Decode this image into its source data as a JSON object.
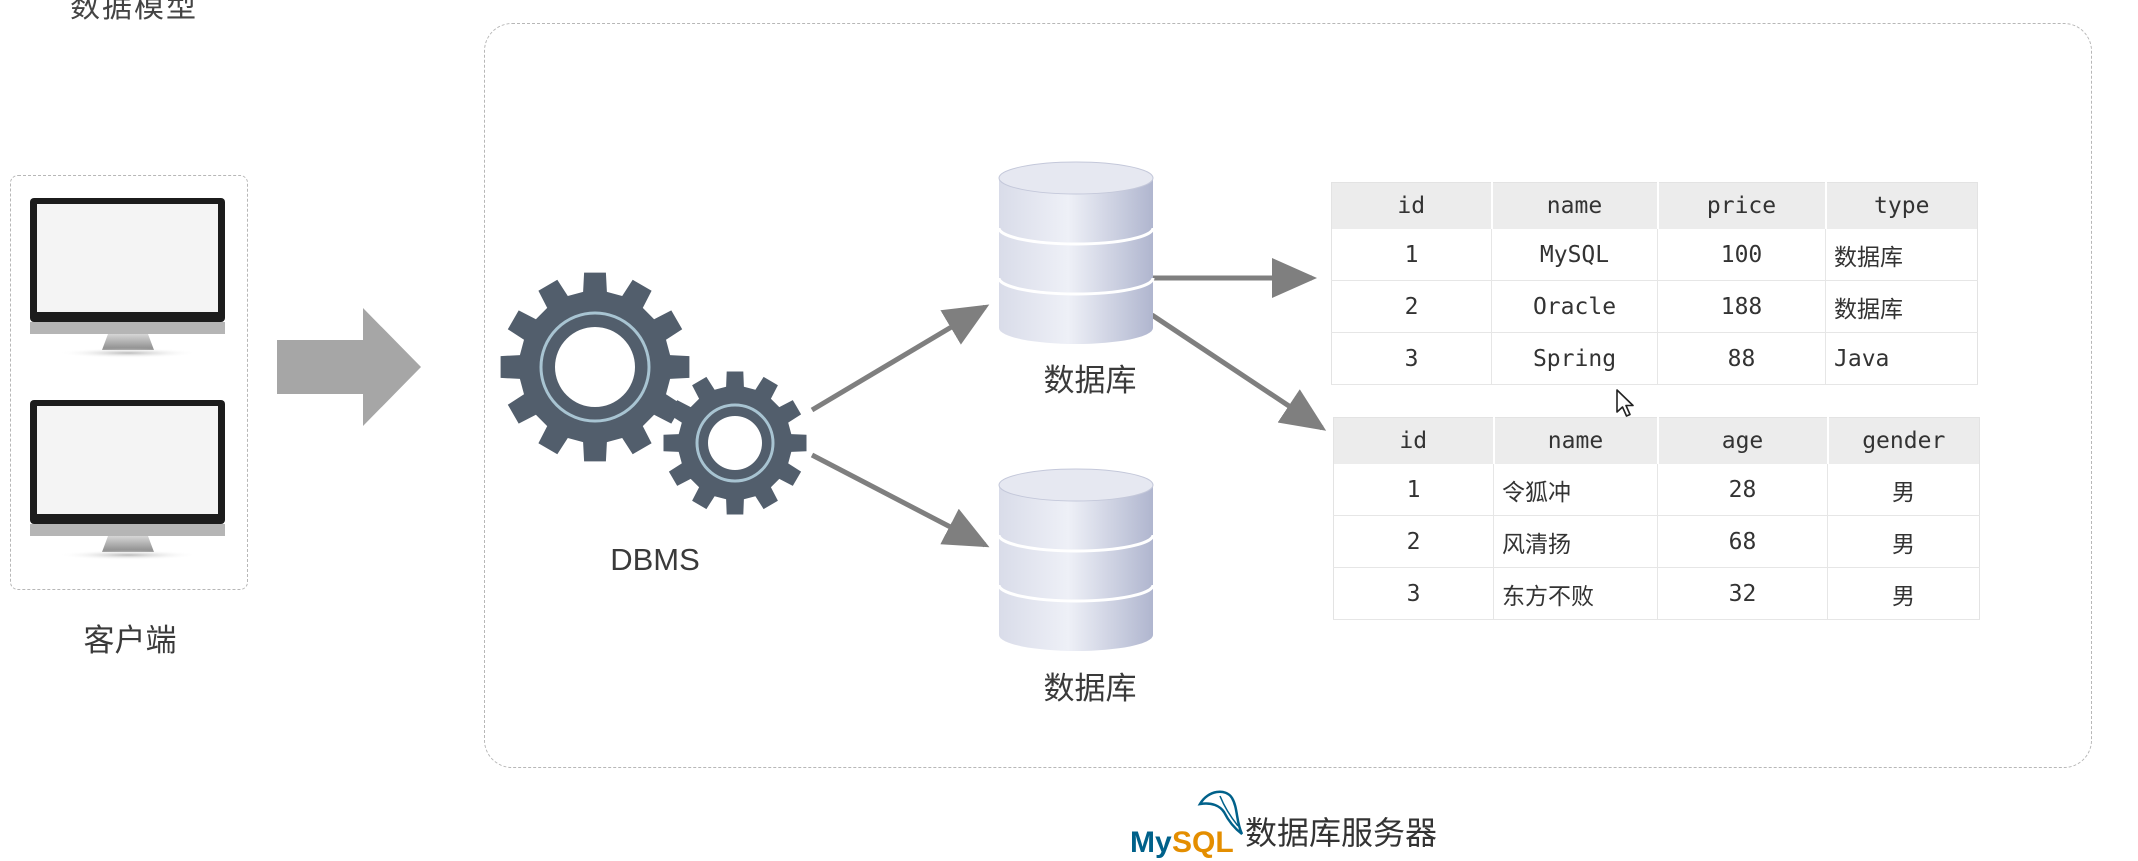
{
  "page_title": "数据模型",
  "client": {
    "label": "客户端"
  },
  "dbms": {
    "label": "DBMS"
  },
  "databases": [
    {
      "label": "数据库"
    },
    {
      "label": "数据库"
    }
  ],
  "table_products": {
    "headers": [
      "id",
      "name",
      "price",
      "type"
    ],
    "rows": [
      [
        "1",
        "MySQL",
        "100",
        "数据库"
      ],
      [
        "2",
        "Oracle",
        "188",
        "数据库"
      ],
      [
        "3",
        "Spring",
        "88",
        "Java"
      ]
    ]
  },
  "table_users": {
    "headers": [
      "id",
      "name",
      "age",
      "gender"
    ],
    "rows": [
      [
        "1",
        "令狐冲",
        "28",
        "男"
      ],
      [
        "2",
        "风清扬",
        "68",
        "男"
      ],
      [
        "3",
        "东方不败",
        "32",
        "男"
      ]
    ]
  },
  "footer": {
    "logo_text": "MySQL",
    "text": "数据库服务器"
  },
  "colors": {
    "gear": "#525e6c",
    "gear_ring": "#a8c4d2",
    "arrow": "#7f7f7f",
    "big_arrow": "#a6a6a6",
    "cylinder": "#c9cde0",
    "logo_my": "#00618a",
    "logo_sql": "#e48e00"
  }
}
